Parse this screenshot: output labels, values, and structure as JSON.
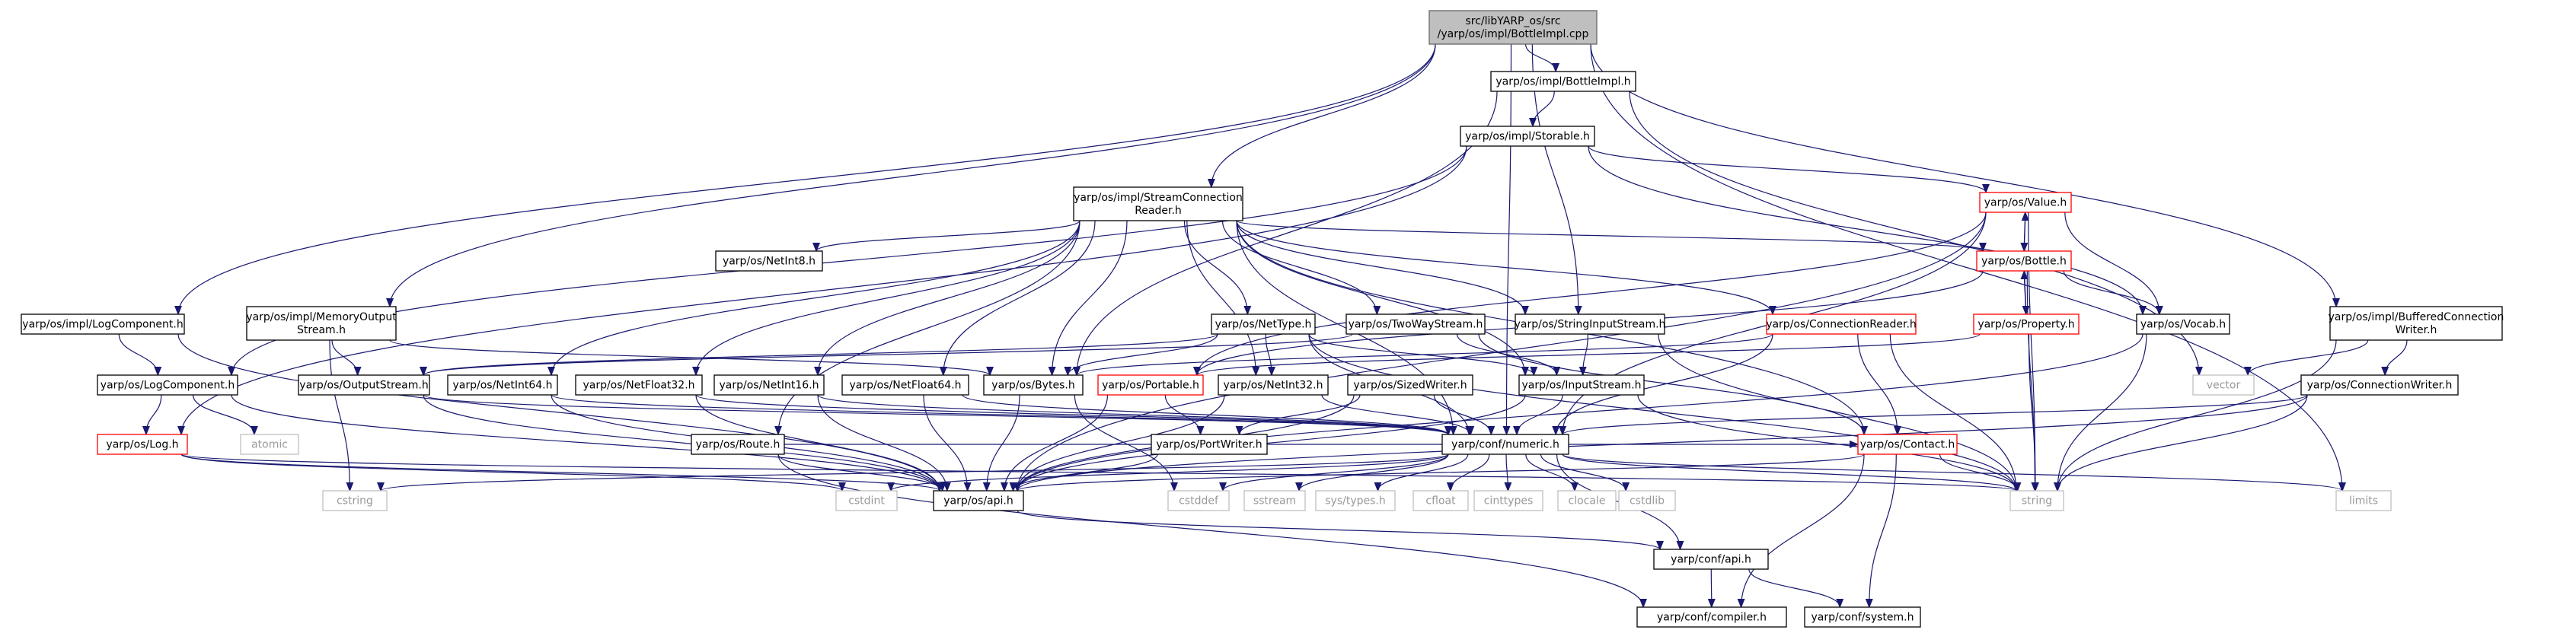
{
  "colors": {
    "edge": "#191970",
    "box_border": "#000000",
    "box_red_border": "#ff0000",
    "box_gray_border": "#bfbfbf",
    "root_fill": "#bfbfbf",
    "text": "#000000",
    "gray_text": "#999999"
  },
  "nodes": [
    {
      "id": "root",
      "lines": [
        "src/libYARP_os/src",
        "/yarp/os/impl/BottleImpl.cpp"
      ],
      "style": "root"
    },
    {
      "id": "bottleimpl_h",
      "lines": [
        "yarp/os/impl/BottleImpl.h"
      ],
      "style": "normal"
    },
    {
      "id": "storable_h",
      "lines": [
        "yarp/os/impl/Storable.h"
      ],
      "style": "normal"
    },
    {
      "id": "scr_h",
      "lines": [
        "yarp/os/impl/StreamConnection",
        "Reader.h"
      ],
      "style": "normal"
    },
    {
      "id": "value_h",
      "lines": [
        "yarp/os/Value.h"
      ],
      "style": "red"
    },
    {
      "id": "bottle_h",
      "lines": [
        "yarp/os/Bottle.h"
      ],
      "style": "red"
    },
    {
      "id": "property_h",
      "lines": [
        "yarp/os/Property.h"
      ],
      "style": "red"
    },
    {
      "id": "vocab_h",
      "lines": [
        "yarp/os/Vocab.h"
      ],
      "style": "normal"
    },
    {
      "id": "netint8_h",
      "lines": [
        "yarp/os/NetInt8.h"
      ],
      "style": "normal"
    },
    {
      "id": "nettype_h",
      "lines": [
        "yarp/os/NetType.h"
      ],
      "style": "normal"
    },
    {
      "id": "twoway_h",
      "lines": [
        "yarp/os/TwoWayStream.h"
      ],
      "style": "normal"
    },
    {
      "id": "stringinput_h",
      "lines": [
        "yarp/os/StringInputStream.h"
      ],
      "style": "normal"
    },
    {
      "id": "connreader_h",
      "lines": [
        "yarp/os/ConnectionReader.h"
      ],
      "style": "red"
    },
    {
      "id": "bufconnwriter_h",
      "lines": [
        "yarp/os/impl/BufferedConnection",
        "Writer.h"
      ],
      "style": "normal"
    },
    {
      "id": "logcomp_impl_h",
      "lines": [
        "yarp/os/impl/LogComponent.h"
      ],
      "style": "normal"
    },
    {
      "id": "memout_h",
      "lines": [
        "yarp/os/impl/MemoryOutput",
        "Stream.h"
      ],
      "style": "normal"
    },
    {
      "id": "logcomp_h",
      "lines": [
        "yarp/os/LogComponent.h"
      ],
      "style": "normal"
    },
    {
      "id": "outputstream_h",
      "lines": [
        "yarp/os/OutputStream.h"
      ],
      "style": "normal"
    },
    {
      "id": "netint64_h",
      "lines": [
        "yarp/os/NetInt64.h"
      ],
      "style": "normal"
    },
    {
      "id": "netfloat32_h",
      "lines": [
        "yarp/os/NetFloat32.h"
      ],
      "style": "normal"
    },
    {
      "id": "netint16_h",
      "lines": [
        "yarp/os/NetInt16.h"
      ],
      "style": "normal"
    },
    {
      "id": "netfloat64_h",
      "lines": [
        "yarp/os/NetFloat64.h"
      ],
      "style": "normal"
    },
    {
      "id": "bytes_h",
      "lines": [
        "yarp/os/Bytes.h"
      ],
      "style": "normal"
    },
    {
      "id": "portable_h",
      "lines": [
        "yarp/os/Portable.h"
      ],
      "style": "red"
    },
    {
      "id": "netint32_h",
      "lines": [
        "yarp/os/NetInt32.h"
      ],
      "style": "normal"
    },
    {
      "id": "sizedwriter_h",
      "lines": [
        "yarp/os/SizedWriter.h"
      ],
      "style": "normal"
    },
    {
      "id": "inputstream_h",
      "lines": [
        "yarp/os/InputStream.h"
      ],
      "style": "normal"
    },
    {
      "id": "contact_h",
      "lines": [
        "yarp/os/Contact.h"
      ],
      "style": "red"
    },
    {
      "id": "connwriter_h",
      "lines": [
        "yarp/os/ConnectionWriter.h"
      ],
      "style": "normal"
    },
    {
      "id": "vector",
      "lines": [
        "vector"
      ],
      "style": "gray"
    },
    {
      "id": "atomic",
      "lines": [
        "atomic"
      ],
      "style": "gray"
    },
    {
      "id": "log_h",
      "lines": [
        "yarp/os/Log.h"
      ],
      "style": "red"
    },
    {
      "id": "route_h",
      "lines": [
        "yarp/os/Route.h"
      ],
      "style": "normal"
    },
    {
      "id": "portwriter_h",
      "lines": [
        "yarp/os/PortWriter.h"
      ],
      "style": "normal"
    },
    {
      "id": "numeric_h",
      "lines": [
        "yarp/conf/numeric.h"
      ],
      "style": "normal"
    },
    {
      "id": "api_h",
      "lines": [
        "yarp/os/api.h"
      ],
      "style": "normal"
    },
    {
      "id": "cstring",
      "lines": [
        "cstring"
      ],
      "style": "gray"
    },
    {
      "id": "cstdint",
      "lines": [
        "cstdint"
      ],
      "style": "gray"
    },
    {
      "id": "cstddef",
      "lines": [
        "cstddef"
      ],
      "style": "gray"
    },
    {
      "id": "sstream",
      "lines": [
        "sstream"
      ],
      "style": "gray"
    },
    {
      "id": "systypes_h",
      "lines": [
        "sys/types.h"
      ],
      "style": "gray"
    },
    {
      "id": "cfloat",
      "lines": [
        "cfloat"
      ],
      "style": "gray"
    },
    {
      "id": "cinttypes",
      "lines": [
        "cinttypes"
      ],
      "style": "gray"
    },
    {
      "id": "clocale",
      "lines": [
        "clocale"
      ],
      "style": "gray"
    },
    {
      "id": "cstdlib",
      "lines": [
        "cstdlib"
      ],
      "style": "gray"
    },
    {
      "id": "string",
      "lines": [
        "string"
      ],
      "style": "gray"
    },
    {
      "id": "limits",
      "lines": [
        "limits"
      ],
      "style": "gray"
    },
    {
      "id": "confapi_h",
      "lines": [
        "yarp/conf/api.h"
      ],
      "style": "normal"
    },
    {
      "id": "compiler_h",
      "lines": [
        "yarp/conf/compiler.h"
      ],
      "style": "normal"
    },
    {
      "id": "system_h",
      "lines": [
        "yarp/conf/system.h"
      ],
      "style": "normal"
    }
  ],
  "edges": [
    [
      "root",
      "bottleimpl_h"
    ],
    [
      "root",
      "scr_h"
    ],
    [
      "root",
      "stringinput_h"
    ],
    [
      "root",
      "numeric_h"
    ],
    [
      "root",
      "bufconnwriter_h"
    ],
    [
      "root",
      "logcomp_impl_h"
    ],
    [
      "root",
      "memout_h"
    ],
    [
      "root",
      "limits"
    ],
    [
      "bottleimpl_h",
      "storable_h"
    ],
    [
      "bottleimpl_h",
      "bytes_h"
    ],
    [
      "bottleimpl_h",
      "vector"
    ],
    [
      "storable_h",
      "value_h"
    ],
    [
      "storable_h",
      "vocab_h"
    ],
    [
      "storable_h",
      "log_h"
    ],
    [
      "storable_h",
      "logcomp_h"
    ],
    [
      "scr_h",
      "netint8_h"
    ],
    [
      "scr_h",
      "nettype_h"
    ],
    [
      "scr_h",
      "twoway_h"
    ],
    [
      "scr_h",
      "stringinput_h"
    ],
    [
      "scr_h",
      "connreader_h"
    ],
    [
      "scr_h",
      "bottle_h"
    ],
    [
      "scr_h",
      "contact_h"
    ],
    [
      "scr_h",
      "netint64_h"
    ],
    [
      "scr_h",
      "netfloat32_h"
    ],
    [
      "scr_h",
      "netint16_h"
    ],
    [
      "scr_h",
      "netfloat64_h"
    ],
    [
      "scr_h",
      "bytes_h"
    ],
    [
      "scr_h",
      "netint32_h"
    ],
    [
      "scr_h",
      "inputstream_h"
    ],
    [
      "scr_h",
      "route_h"
    ],
    [
      "scr_h",
      "numeric_h"
    ],
    [
      "value_h",
      "bottle_h"
    ],
    [
      "value_h",
      "vocab_h"
    ],
    [
      "value_h",
      "portable_h"
    ],
    [
      "value_h",
      "numeric_h"
    ],
    [
      "value_h",
      "api_h"
    ],
    [
      "value_h",
      "string"
    ],
    [
      "bottle_h",
      "value_h"
    ],
    [
      "bottle_h",
      "property_h"
    ],
    [
      "bottle_h",
      "vocab_h"
    ],
    [
      "bottle_h",
      "portable_h"
    ],
    [
      "bottle_h",
      "string"
    ],
    [
      "property_h",
      "bottle_h"
    ],
    [
      "property_h",
      "portable_h"
    ],
    [
      "property_h",
      "string"
    ],
    [
      "vocab_h",
      "api_h"
    ],
    [
      "vocab_h",
      "string"
    ],
    [
      "nettype_h",
      "bytes_h"
    ],
    [
      "nettype_h",
      "netint32_h"
    ],
    [
      "nettype_h",
      "inputstream_h"
    ],
    [
      "nettype_h",
      "numeric_h"
    ],
    [
      "nettype_h",
      "string"
    ],
    [
      "nettype_h",
      "outputstream_h"
    ],
    [
      "twoway_h",
      "inputstream_h"
    ],
    [
      "twoway_h",
      "outputstream_h"
    ],
    [
      "twoway_h",
      "contact_h"
    ],
    [
      "stringinput_h",
      "inputstream_h"
    ],
    [
      "stringinput_h",
      "string"
    ],
    [
      "connreader_h",
      "contact_h"
    ],
    [
      "connreader_h",
      "numeric_h"
    ],
    [
      "connreader_h",
      "string"
    ],
    [
      "connreader_h",
      "bytes_h"
    ],
    [
      "bufconnwriter_h",
      "connwriter_h"
    ],
    [
      "bufconnwriter_h",
      "vector"
    ],
    [
      "bufconnwriter_h",
      "string"
    ],
    [
      "logcomp_impl_h",
      "logcomp_h"
    ],
    [
      "logcomp_impl_h",
      "api_h"
    ],
    [
      "memout_h",
      "outputstream_h"
    ],
    [
      "memout_h",
      "bytes_h"
    ],
    [
      "memout_h",
      "cstring"
    ],
    [
      "logcomp_h",
      "log_h"
    ],
    [
      "logcomp_h",
      "atomic"
    ],
    [
      "logcomp_h",
      "api_h"
    ],
    [
      "outputstream_h",
      "numeric_h"
    ],
    [
      "outputstream_h",
      "api_h"
    ],
    [
      "netint64_h",
      "numeric_h"
    ],
    [
      "netint64_h",
      "api_h"
    ],
    [
      "netfloat32_h",
      "numeric_h"
    ],
    [
      "netfloat32_h",
      "api_h"
    ],
    [
      "netint16_h",
      "numeric_h"
    ],
    [
      "netint16_h",
      "api_h"
    ],
    [
      "netfloat64_h",
      "numeric_h"
    ],
    [
      "netfloat64_h",
      "api_h"
    ],
    [
      "bytes_h",
      "api_h"
    ],
    [
      "bytes_h",
      "cstddef"
    ],
    [
      "portable_h",
      "portwriter_h"
    ],
    [
      "portable_h",
      "api_h"
    ],
    [
      "netint32_h",
      "numeric_h"
    ],
    [
      "netint32_h",
      "api_h"
    ],
    [
      "sizedwriter_h",
      "portwriter_h"
    ],
    [
      "sizedwriter_h",
      "api_h"
    ],
    [
      "sizedwriter_h",
      "numeric_h"
    ],
    [
      "inputstream_h",
      "numeric_h"
    ],
    [
      "inputstream_h",
      "api_h"
    ],
    [
      "inputstream_h",
      "string"
    ],
    [
      "contact_h",
      "api_h"
    ],
    [
      "contact_h",
      "string"
    ],
    [
      "contact_h",
      "compiler_h"
    ],
    [
      "contact_h",
      "system_h"
    ],
    [
      "connwriter_h",
      "numeric_h"
    ],
    [
      "connwriter_h",
      "api_h"
    ],
    [
      "connwriter_h",
      "string"
    ],
    [
      "log_h",
      "api_h"
    ],
    [
      "log_h",
      "cstdint"
    ],
    [
      "log_h",
      "string"
    ],
    [
      "route_h",
      "api_h"
    ],
    [
      "route_h",
      "contact_h"
    ],
    [
      "route_h",
      "compiler_h"
    ],
    [
      "portwriter_h",
      "api_h"
    ],
    [
      "numeric_h",
      "cstddef"
    ],
    [
      "numeric_h",
      "cstdint"
    ],
    [
      "numeric_h",
      "cstring"
    ],
    [
      "numeric_h",
      "sstream"
    ],
    [
      "numeric_h",
      "systypes_h"
    ],
    [
      "numeric_h",
      "cfloat"
    ],
    [
      "numeric_h",
      "cinttypes"
    ],
    [
      "numeric_h",
      "clocale"
    ],
    [
      "numeric_h",
      "cstdlib"
    ],
    [
      "numeric_h",
      "string"
    ],
    [
      "numeric_h",
      "limits"
    ],
    [
      "numeric_h",
      "confapi_h"
    ],
    [
      "api_h",
      "confapi_h"
    ],
    [
      "confapi_h",
      "compiler_h"
    ],
    [
      "confapi_h",
      "system_h"
    ]
  ]
}
